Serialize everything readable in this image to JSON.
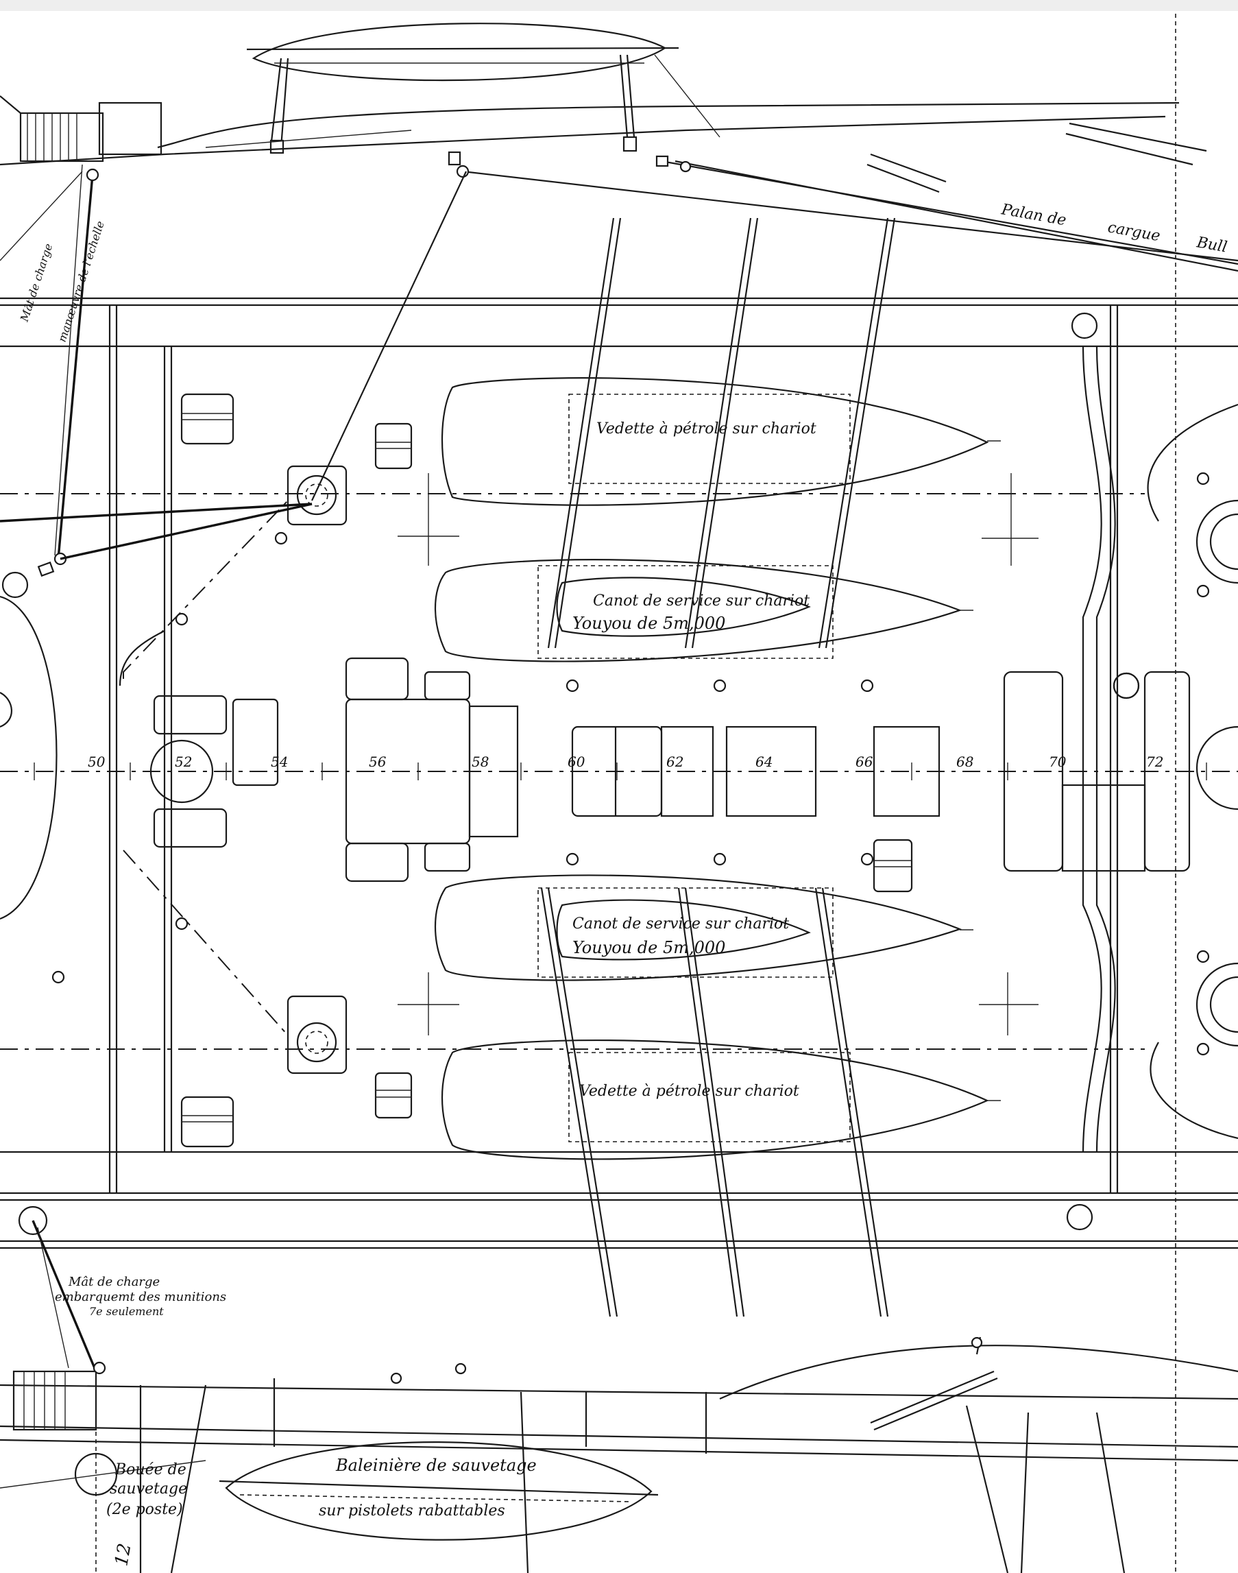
{
  "labels": {
    "palan": "Palan de",
    "carque": "cargue",
    "bulle": "Bull",
    "mat_charge_tl_1": "Mât de charge",
    "mat_charge_tl_2": "manœuvre de l'échelle",
    "boat1": "Vedette à pétrole sur chariot",
    "boat2_a": "Canot de service sur chariot",
    "boat2_b": "Youyou de 5m,000",
    "boat3_a": "Canot de service sur chariot",
    "boat3_b": "Youyou de 5m,000",
    "boat4": "Vedette à pétrole sur chariot",
    "mat_charge_bl_1": "Mât de charge",
    "mat_charge_bl_2": "embarquemt des munitions",
    "mat_charge_bl_3": "7e seulement",
    "bouee_1": "Bouée de",
    "bouee_2": "sauvetage",
    "bouee_3": "(2e poste)",
    "baleiniere_1": "Baleinière de sauvetage",
    "baleiniere_2": "sur pistolets rabattables",
    "margin_num": "12"
  },
  "frames": [
    "50",
    "52",
    "54",
    "56",
    "58",
    "60",
    "62",
    "64",
    "66",
    "68",
    "70",
    "72"
  ]
}
